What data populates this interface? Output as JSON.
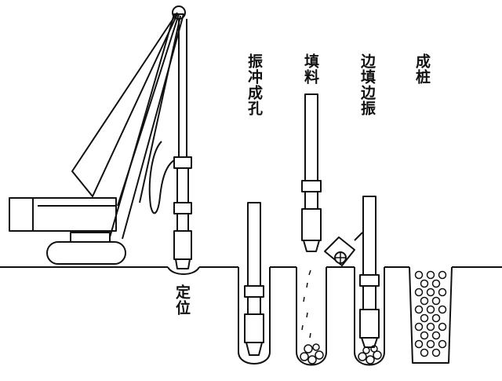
{
  "labels": {
    "positioning": "定位",
    "vibro_hole": "振冲成孔",
    "fill": "填料",
    "edge_fill_vibrate": "边填边振",
    "pile_formed": "成桩"
  },
  "colors": {
    "stroke": "#111111",
    "background": "#ffffff"
  }
}
